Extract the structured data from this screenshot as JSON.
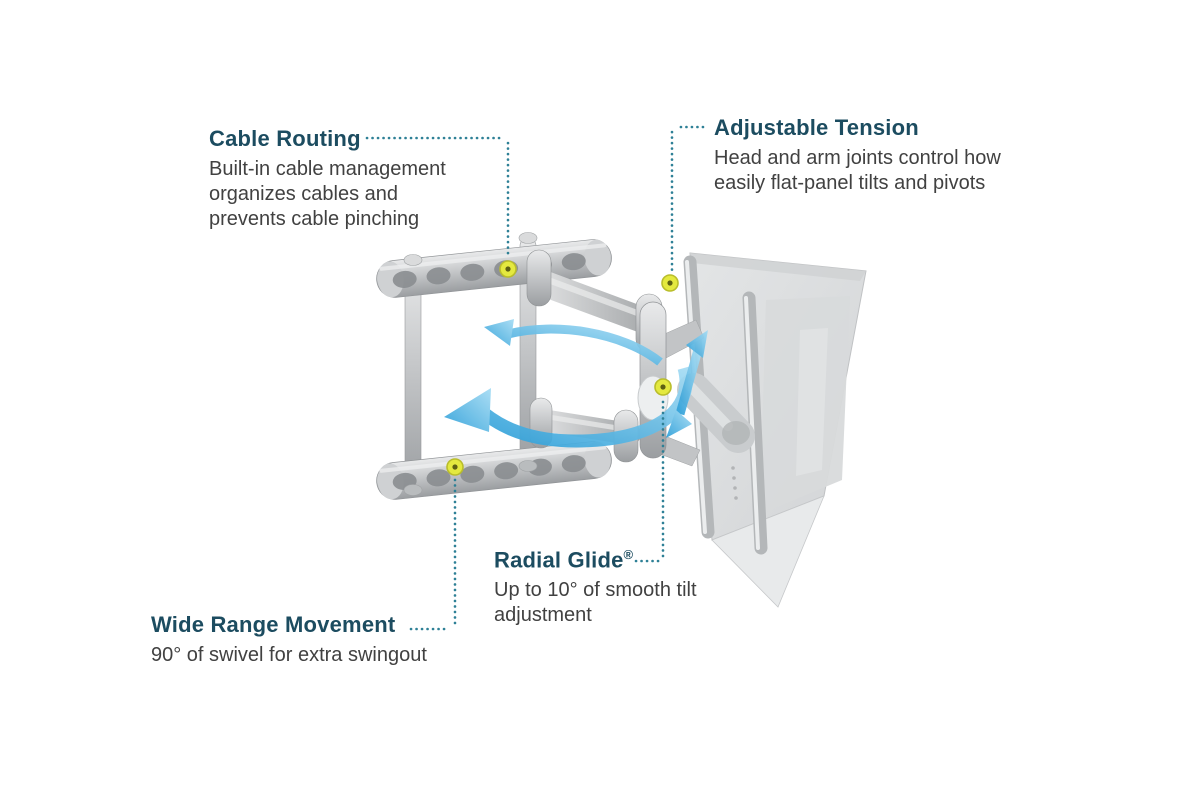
{
  "image": {
    "alt": "Articulating flat-panel wall mount arm shown attached to the back of a monitor, with four feature callouts"
  },
  "colors": {
    "background": "#ffffff",
    "heading_text": "#1c4c60",
    "body_text": "#414141",
    "leader_dots": "#2e8096",
    "marker_yellow": "#e4e93f",
    "arrow_blue": "#2c9fd9",
    "metal_silver": "#c6c8ca",
    "monitor_gray": "#d9dbdc"
  },
  "callouts": {
    "cable_routing": {
      "title": "Cable Routing",
      "body": "Built-in cable management organizes cables and prevents cable pinching"
    },
    "adjustable_tension": {
      "title": "Adjustable Tension",
      "body": "Head and arm joints control how easily flat-panel tilts and pivots"
    },
    "radial_glide": {
      "title": "Radial Glide",
      "reg_mark": "®",
      "body": "Up to 10° of smooth tilt adjustment"
    },
    "wide_range_movement": {
      "title": "Wide Range Movement",
      "body": "90° of swivel for extra swingout"
    }
  }
}
